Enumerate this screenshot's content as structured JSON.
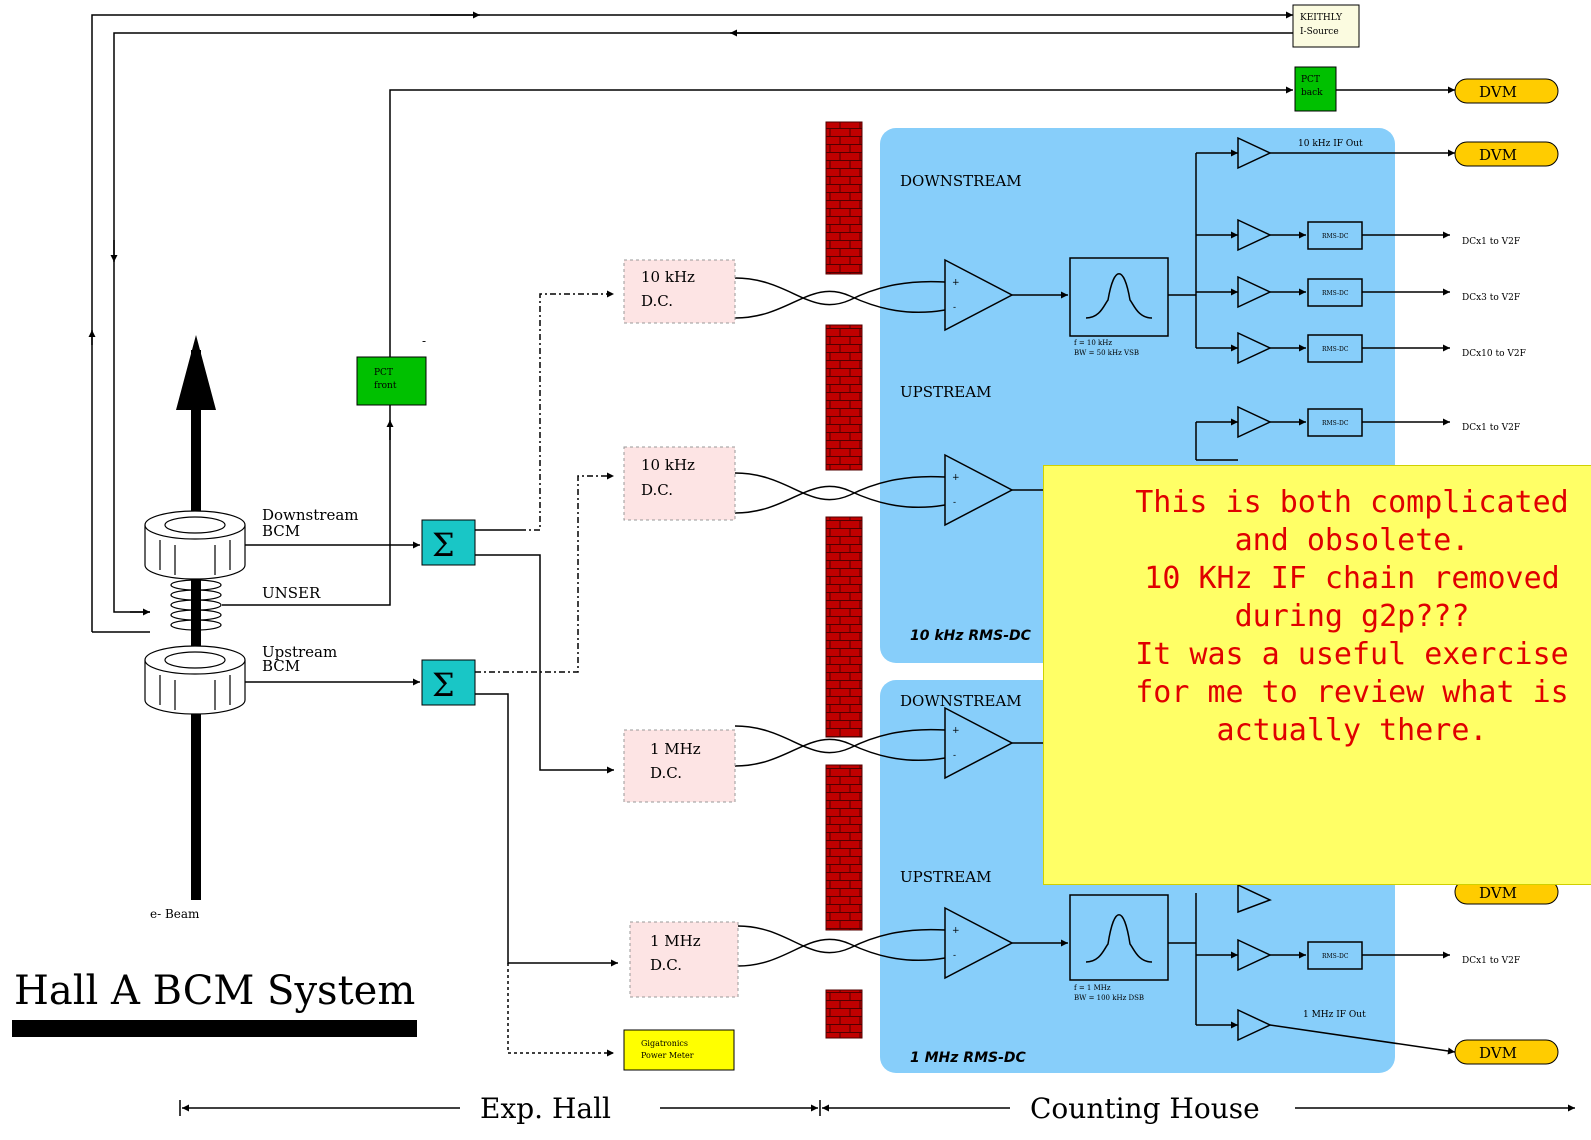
{
  "title": "Hall A BCM System",
  "labels": {
    "keithley": [
      "KEITHLY",
      "I-Source"
    ],
    "pct_back": [
      "PCT",
      "back"
    ],
    "pct_front": [
      "PCT",
      "front"
    ],
    "dvm": "DVM",
    "if_10k_out": "10 kHz IF   Out",
    "if_1m_out": "1 MHz IF   Out",
    "downstream": "DOWNSTREAM",
    "upstream": "UPSTREAM",
    "rms_10k": "10 kHz RMS-DC",
    "rms_1m": "1 MHz RMS-DC",
    "dc_10k": [
      "10 kHz",
      "D.C."
    ],
    "dc_1m": [
      "1 MHz",
      "D.C."
    ],
    "rms_dc_box": "RMS-DC",
    "dcx1": "DCx1 to V2F",
    "dcx3": "DCx3 to V2F",
    "dcx10": "DCx10 to V2F",
    "filter_10k": [
      "f = 10 kHz",
      "BW = 50 kHz VSB"
    ],
    "filter_1m": [
      "f = 1 MHz",
      "BW = 100 kHz DSB"
    ],
    "downstream_bcm": [
      "Downstream",
      "BCM"
    ],
    "upstream_bcm": [
      "Upstream",
      "BCM"
    ],
    "unser": "UNSER",
    "beam": "e- Beam",
    "gigatronics": [
      "Gigatronics",
      "Power Meter"
    ],
    "exp_hall": "Exp. Hall",
    "counting_house": "Counting House",
    "dash": "-"
  },
  "note": {
    "lines": [
      "This is both complicated",
      "and obsolete.",
      "10 KHz IF chain removed",
      "during g2p???",
      "It was a useful exercise",
      "for me to review what is",
      "actually there."
    ]
  },
  "colors": {
    "panel": "#87cefa",
    "dc_box": "#fde4e4",
    "pct": "#00c000",
    "sum": "#19c6c6",
    "wall": "#c00000",
    "dvm": "#ffcc00",
    "gigatronics": "#ffff00",
    "note_bg": "#ffff66",
    "note_text": "#e00000"
  }
}
